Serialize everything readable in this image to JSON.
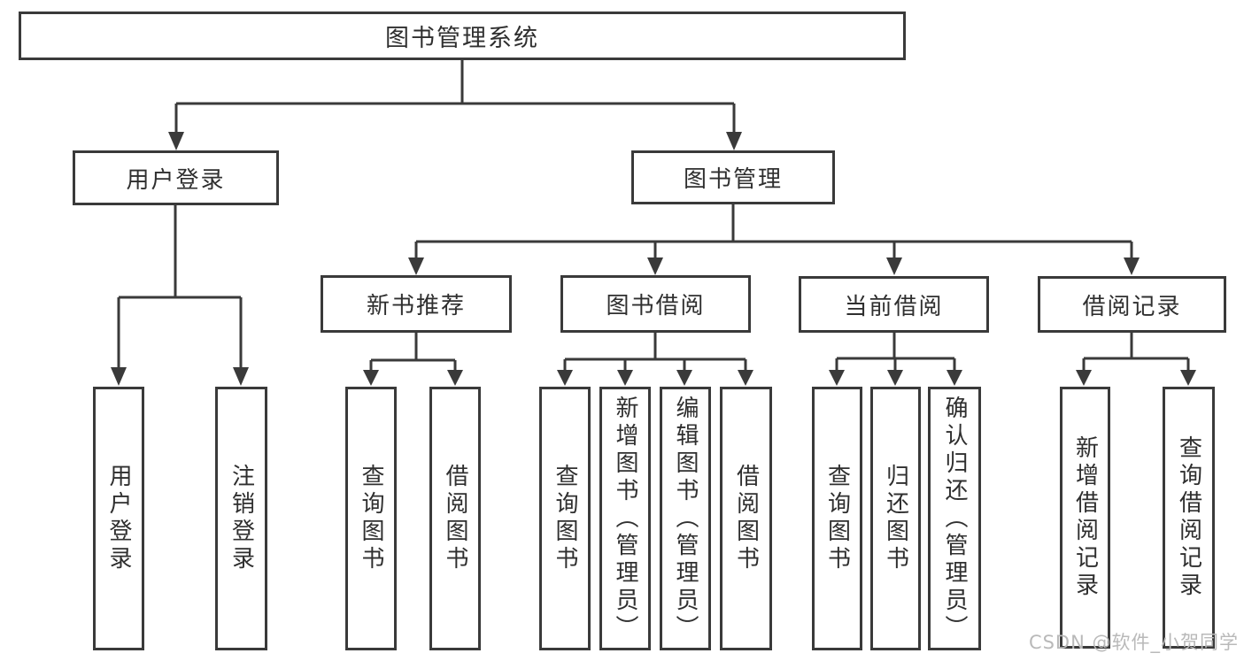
{
  "colors": {
    "background": "#ffffff",
    "box_border": "#3a3a3a",
    "connector_line": "#3a3a3a",
    "text": "#2f2f2f",
    "watermark": "#b9b9b9"
  },
  "watermark": {
    "text": "CSDN @软件_小贺同学"
  },
  "tree": {
    "label": "图书管理系统",
    "children": [
      {
        "label": "用户登录",
        "children": [
          {
            "label": "用户登录"
          },
          {
            "label": "注销登录"
          }
        ]
      },
      {
        "label": "图书管理",
        "children": [
          {
            "label": "新书推荐",
            "children": [
              {
                "label": "查询图书"
              },
              {
                "label": "借阅图书"
              }
            ]
          },
          {
            "label": "图书借阅",
            "children": [
              {
                "label": "查询图书"
              },
              {
                "label": "新增图书（管理员）"
              },
              {
                "label": "编辑图书（管理员）"
              },
              {
                "label": "借阅图书"
              }
            ]
          },
          {
            "label": "当前借阅",
            "children": [
              {
                "label": "查询图书"
              },
              {
                "label": "归还图书"
              },
              {
                "label": "确认归还（管理员）"
              }
            ]
          },
          {
            "label": "借阅记录",
            "children": [
              {
                "label": "新增借阅记录"
              },
              {
                "label": "查询借阅记录"
              }
            ]
          }
        ]
      }
    ]
  }
}
